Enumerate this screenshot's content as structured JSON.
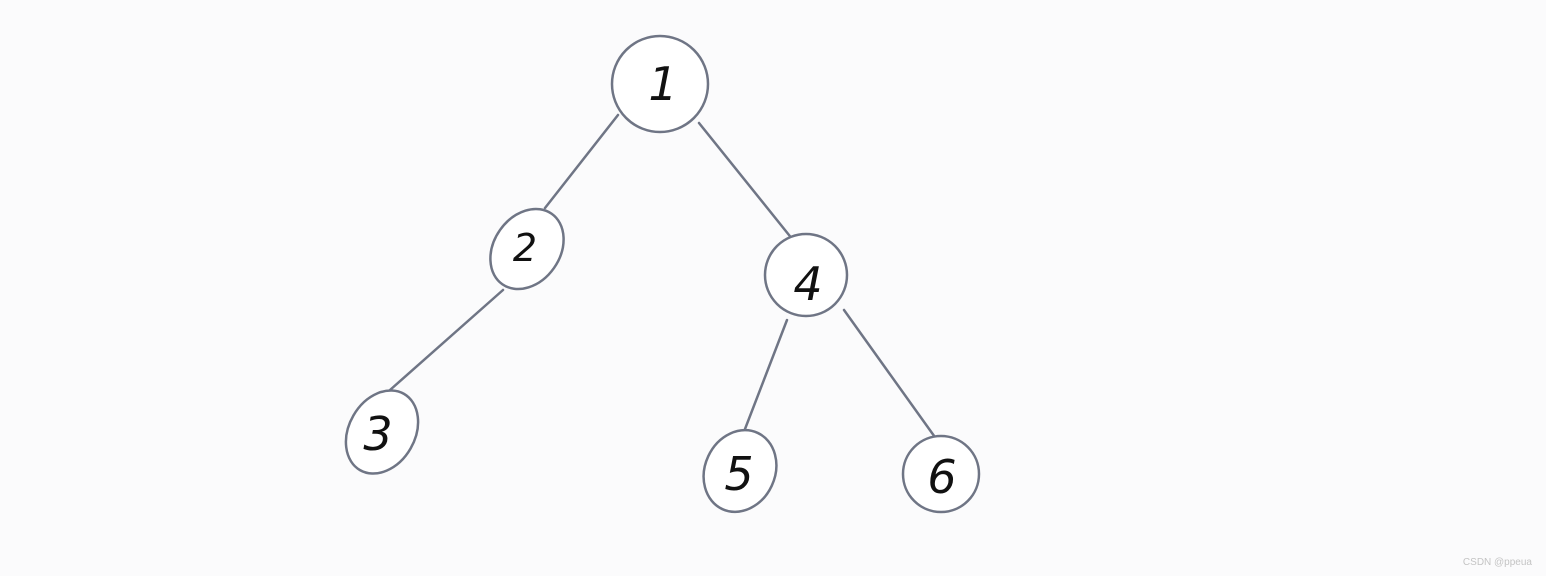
{
  "tree": {
    "nodes": [
      {
        "id": "1",
        "label": "1"
      },
      {
        "id": "2",
        "label": "2"
      },
      {
        "id": "3",
        "label": "3"
      },
      {
        "id": "4",
        "label": "4"
      },
      {
        "id": "5",
        "label": "5"
      },
      {
        "id": "6",
        "label": "6"
      }
    ],
    "edges": [
      [
        "1",
        "2"
      ],
      [
        "1",
        "4"
      ],
      [
        "2",
        "3"
      ],
      [
        "4",
        "5"
      ],
      [
        "4",
        "6"
      ]
    ]
  },
  "watermark": "CSDN @ppeua",
  "colors": {
    "stroke": "#6f7585",
    "text": "#111111"
  }
}
